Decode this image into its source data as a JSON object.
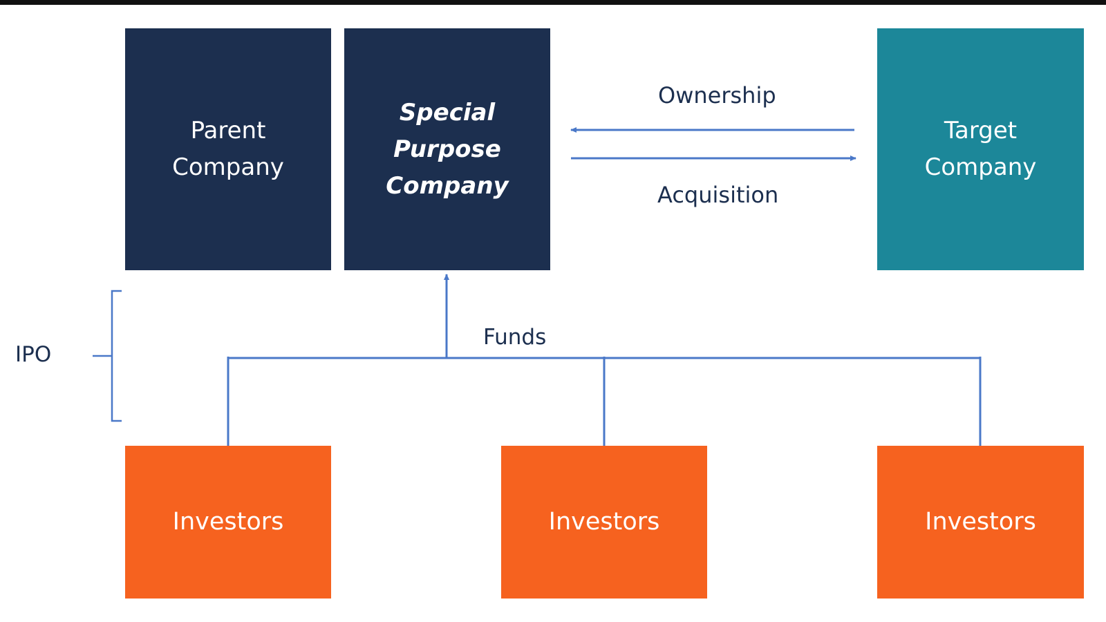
{
  "diagram": {
    "nodes": {
      "parent_company": "Parent\nCompany",
      "special_purpose_company": "Special\nPurpose\nCompany",
      "target_company": "Target\nCompany",
      "investors": [
        "Investors",
        "Investors",
        "Investors"
      ]
    },
    "edge_labels": {
      "ownership": "Ownership",
      "acquisition": "Acquisition",
      "funds": "Funds"
    },
    "bracket_label": "IPO"
  },
  "colors": {
    "dark_navy": "#1c2f4f",
    "teal": "#1c8799",
    "orange": "#f6621f",
    "connector_blue": "#4a78c8"
  }
}
